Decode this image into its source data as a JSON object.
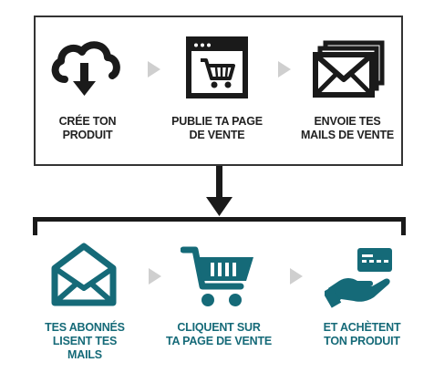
{
  "top_steps": [
    {
      "label": "CRÉE TON\nPRODUIT",
      "icon": "cloud-download-icon"
    },
    {
      "label": "PUBLIE TA PAGE\nDE VENTE",
      "icon": "webpage-cart-icon"
    },
    {
      "label": "ENVOIE TES\nMAILS DE VENTE",
      "icon": "envelopes-icon"
    }
  ],
  "bottom_steps": [
    {
      "label": "TES ABONNÉS\nLISENT TES\nMAILS",
      "icon": "open-envelope-icon"
    },
    {
      "label": "CLIQUENT SUR\nTA PAGE DE VENTE",
      "icon": "shopping-cart-icon"
    },
    {
      "label": "ET ACHÈTENT\nTON PRODUIT",
      "icon": "hand-card-icon"
    }
  ],
  "colors": {
    "dark": "#1a1a1a",
    "teal": "#156a78",
    "chevron": "#cfcfcf"
  }
}
